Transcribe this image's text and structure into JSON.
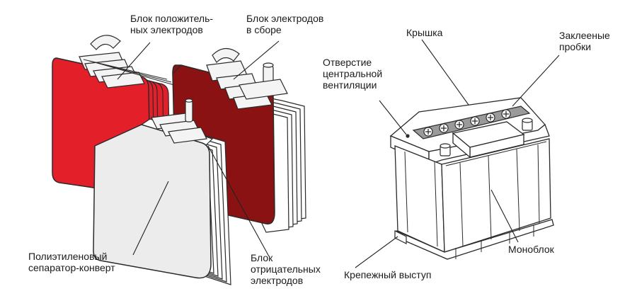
{
  "labels": {
    "positive_block": [
      "Блок положитель-",
      "ных электродов"
    ],
    "assembled_block": [
      "Блок электродов",
      "в сборе"
    ],
    "lid": [
      "Крышка"
    ],
    "sealed_plugs": [
      "Заклееные",
      "пробки"
    ],
    "vent_hole": [
      "Отверстие",
      "центральной",
      "вентиляции"
    ],
    "separator": [
      "Полиэтиленовый",
      "сепаратор-конверт"
    ],
    "negative_block": [
      "Блок",
      "отрицательных",
      "электродов"
    ],
    "mounting_lug": [
      "Крепежный выступ"
    ],
    "monoblock": [
      "Моноблок"
    ]
  },
  "colors": {
    "positive_plate": "#e3202a",
    "assembled_plate": "#8b1212",
    "negative_plate": "#eeeeee",
    "outline": "#2a2a2a",
    "battery_body": "#ffffff",
    "plug_strip": "#9a9a9a"
  }
}
